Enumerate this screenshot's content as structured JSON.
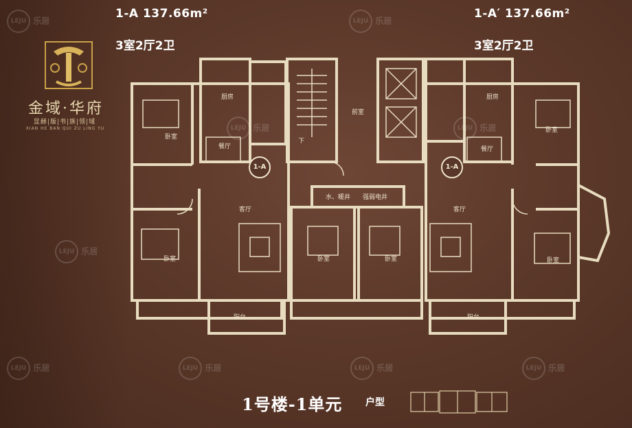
{
  "left_unit": {
    "title": "1-A 137.66m²",
    "layout": "3室2厅2卫"
  },
  "right_unit": {
    "title": "1-A′ 137.66m²",
    "layout": "3室2厅2卫"
  },
  "brand": {
    "name": "金域·华府",
    "subtitle": "显赫|版|书|族|领|域",
    "pinyin": "XIAN HE BAN QUI ZU LING YU"
  },
  "rooms": {
    "bedroom": "卧室",
    "living_room": "客厅",
    "dining_room": "餐厅",
    "kitchen": "厨房",
    "balcony": "阳台",
    "stairs_down": "下",
    "lobby": "前室",
    "water_meter": "水、暖井",
    "electric_well": "强弱电井"
  },
  "unit_badge_left": "1-A",
  "unit_badge_right": "1-A",
  "footer": {
    "building": "1号楼-1单元",
    "label": "户型"
  },
  "watermark": {
    "logo": "LEJU",
    "text": "乐居"
  },
  "colors": {
    "background": "#5b3829",
    "plan_wall": "#e8dcc0",
    "text": "#ffffff"
  }
}
